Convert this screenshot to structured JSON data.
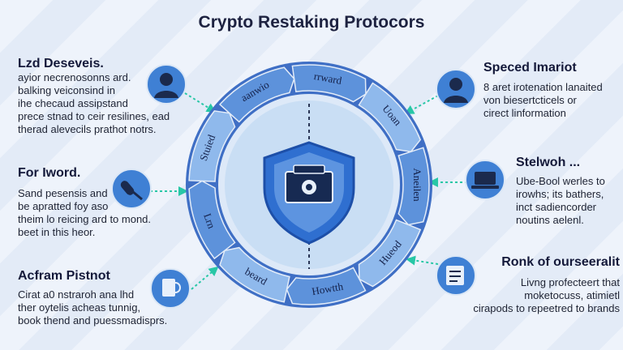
{
  "title": "Crypto Restaking Protocors",
  "colors": {
    "ring_dark": "#3f6fc5",
    "ring_mid": "#5d92db",
    "ring_light": "#8fb9ec",
    "core": "#c9def4",
    "shield": "#2f6fd0",
    "connector": "#28c7a6"
  },
  "ring_labels": [
    "rrward",
    "Uoan",
    "Aneilen",
    "Hueod",
    "Howtth",
    "beard",
    "Lrn",
    "Stuied",
    "aanwio"
  ],
  "left_blocks": [
    {
      "heading": "Lzd Deseveis.",
      "lines": [
        "ayior necrenosonns ard.",
        "balking veiconsind in",
        "ihe checaud assipstand",
        "prece stnad to ceir resilines, ead",
        "therad alevecils prathot notrs."
      ],
      "icon": "person-icon"
    },
    {
      "heading": "For Iword.",
      "lines": [
        "Sand pesensis and",
        "be apratted foy aso",
        "theim lo reicing ard to mond.",
        "beet in this heor."
      ],
      "icon": "microphone-icon"
    },
    {
      "heading": "Acfram Pistnot",
      "lines": [
        "Cirat a0 nstraroh ana lhd",
        "ther oytelis acheas tunnig,",
        "book thend and puessmadisprs."
      ],
      "icon": "cup-icon"
    }
  ],
  "right_blocks": [
    {
      "heading": "Speced Imariot",
      "lines": [
        "8 aret irotenation lanaited",
        "von biesertcticels or",
        "cirect linformation"
      ],
      "icon": "person-icon"
    },
    {
      "heading": "Stelwoh ...",
      "lines": [
        "Ube-Bool werles to",
        "irowhs; its bathers,",
        "inct sadiencorder",
        "noutins aelenl."
      ],
      "icon": "laptop-icon"
    },
    {
      "heading": "Ronk of ourseeralit",
      "lines": [
        "Livng profecteert that",
        "moketocuss, atimietl",
        "cirapods to repeetred to brands"
      ],
      "icon": "document-icon"
    }
  ]
}
